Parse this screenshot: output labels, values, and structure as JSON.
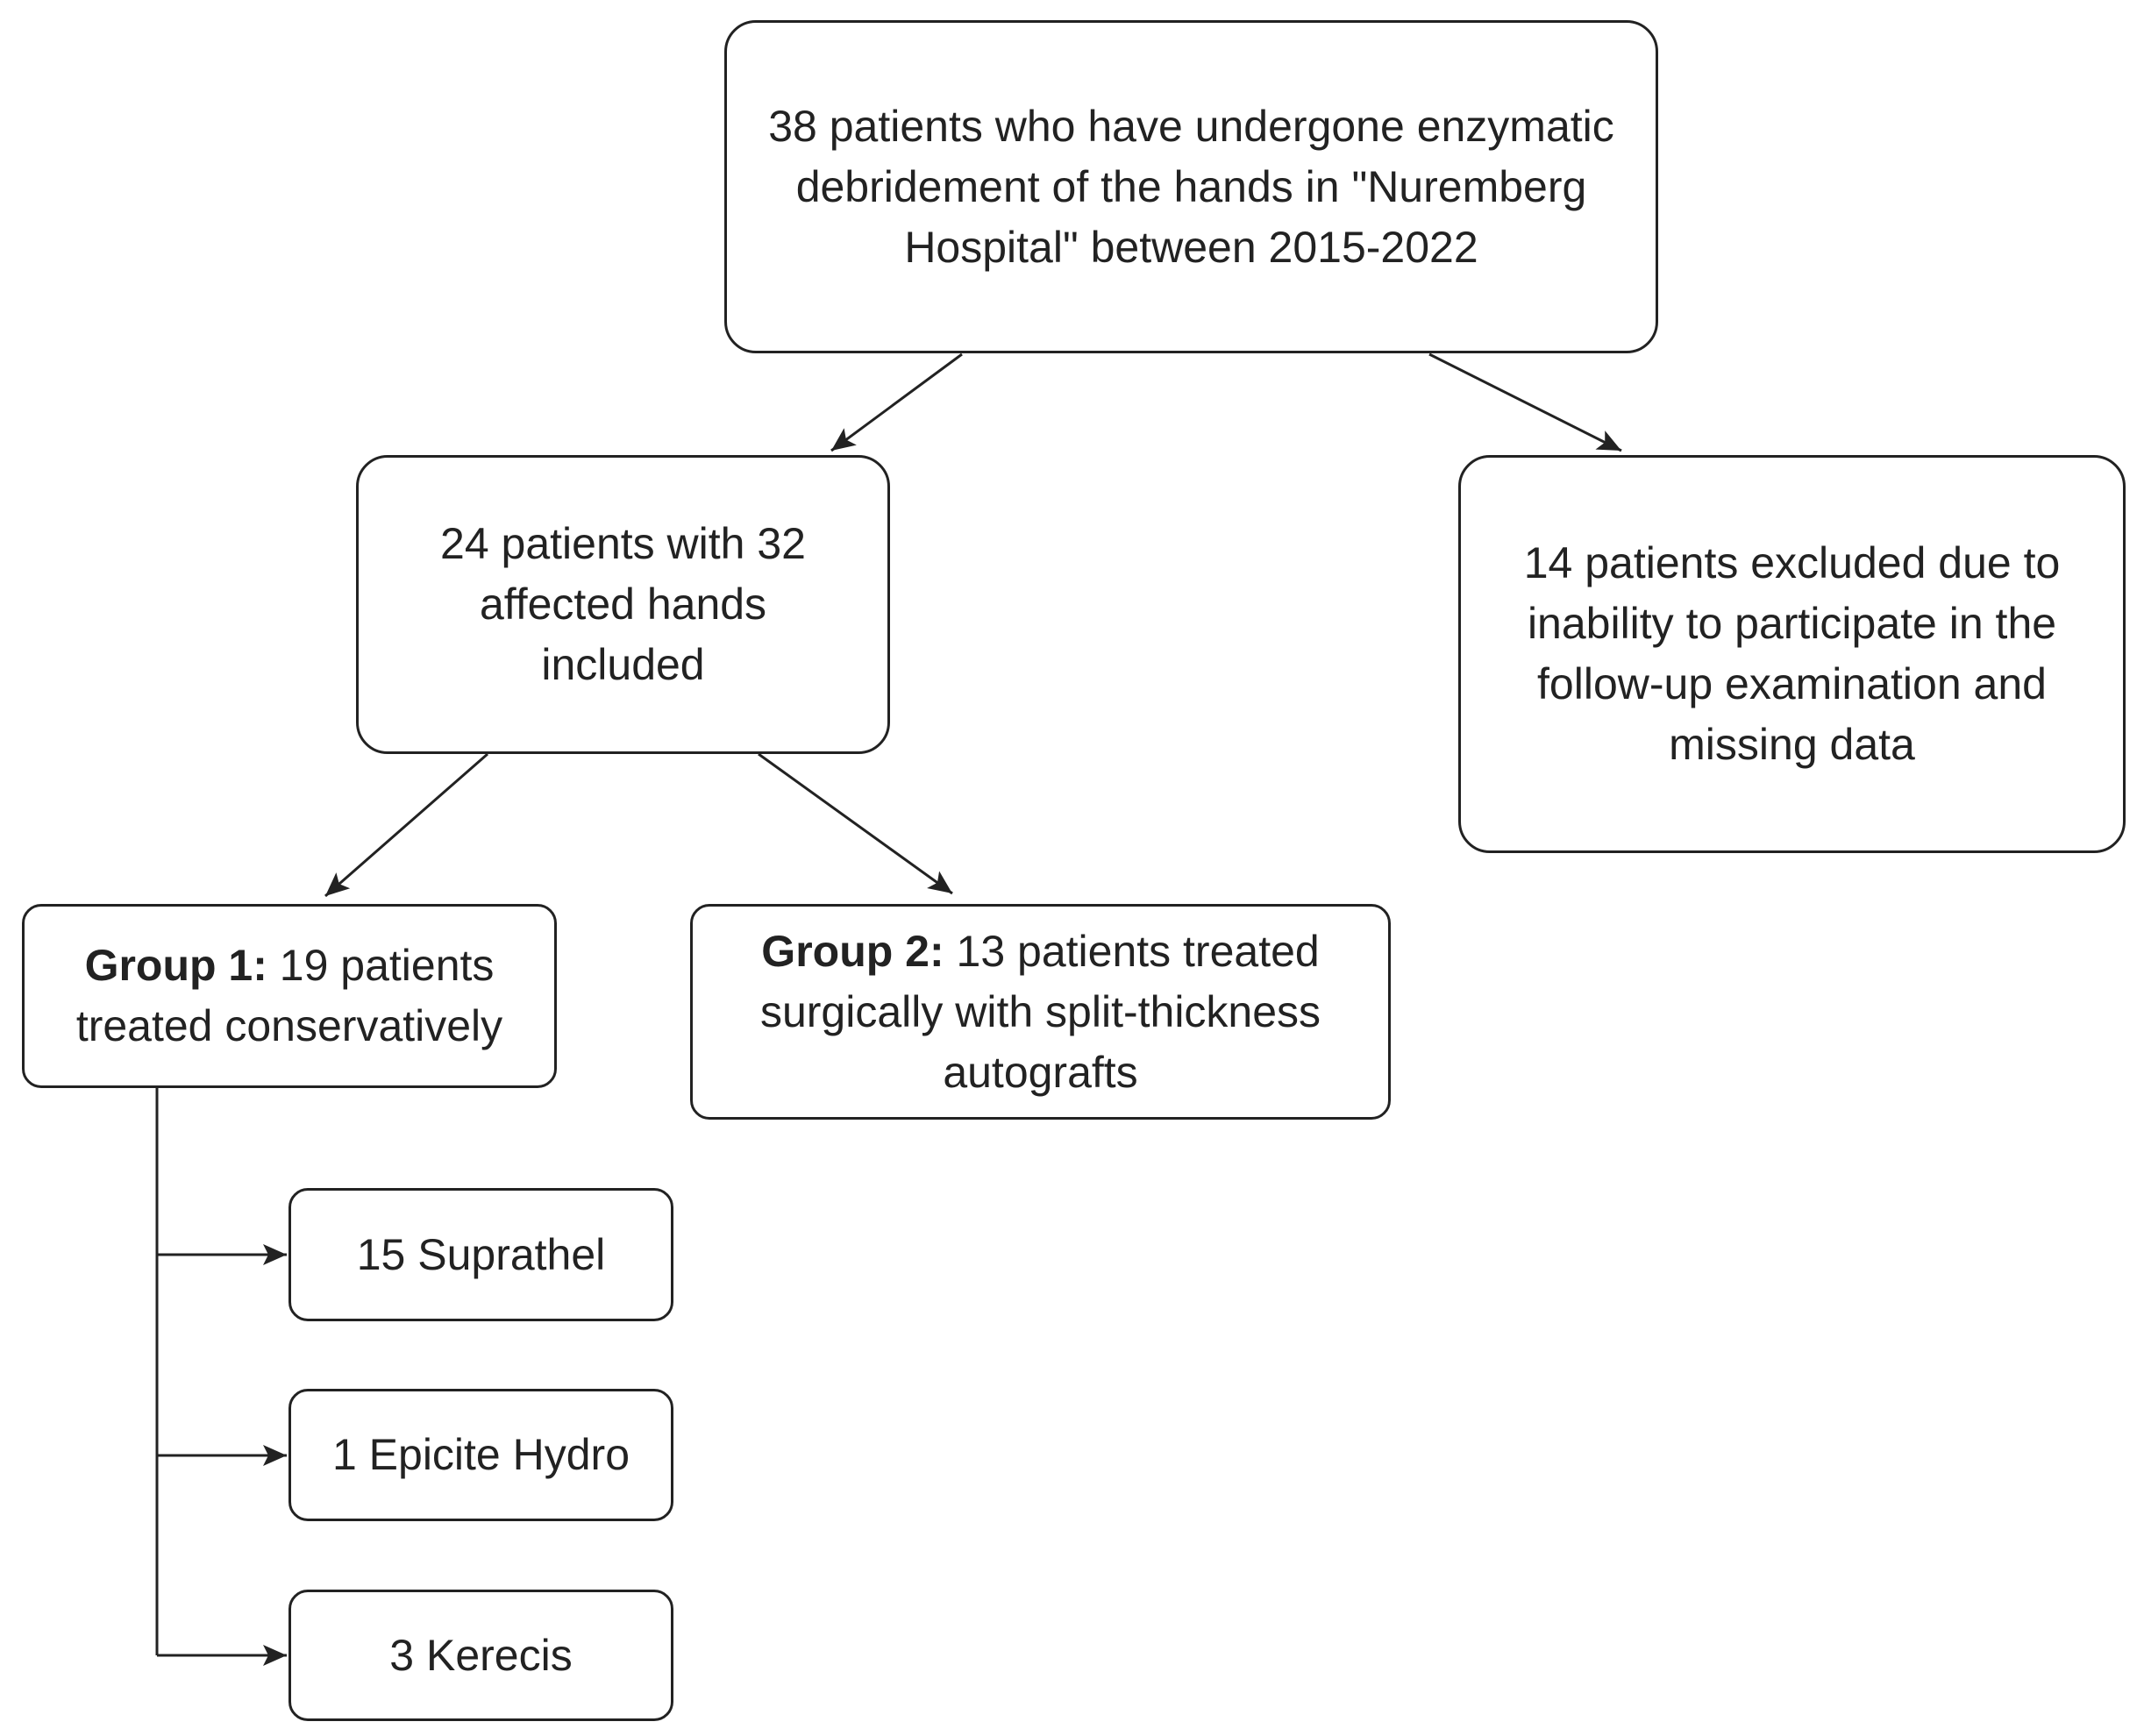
{
  "nodes": {
    "source": "38 patients who have undergone enzymatic debridement of the hands in \"Nuremberg Hospital\" between 2015-2022",
    "included": "24 patients with 32 affected hands included",
    "excluded": "14 patients excluded due to inability to participate in the follow-up examination and missing data",
    "group1": {
      "label": "Group 1:",
      "text": " 19 patients treated conservatively"
    },
    "group2": {
      "label": "Group 2:",
      "text": " 13 patients treated surgically with split-thickness autografts"
    },
    "suprathel": "15 Suprathel",
    "epicite": "1 Epicite Hydro",
    "kerecis": "3 Kerecis"
  },
  "colors": {
    "stroke": "#222222",
    "background": "#ffffff"
  }
}
